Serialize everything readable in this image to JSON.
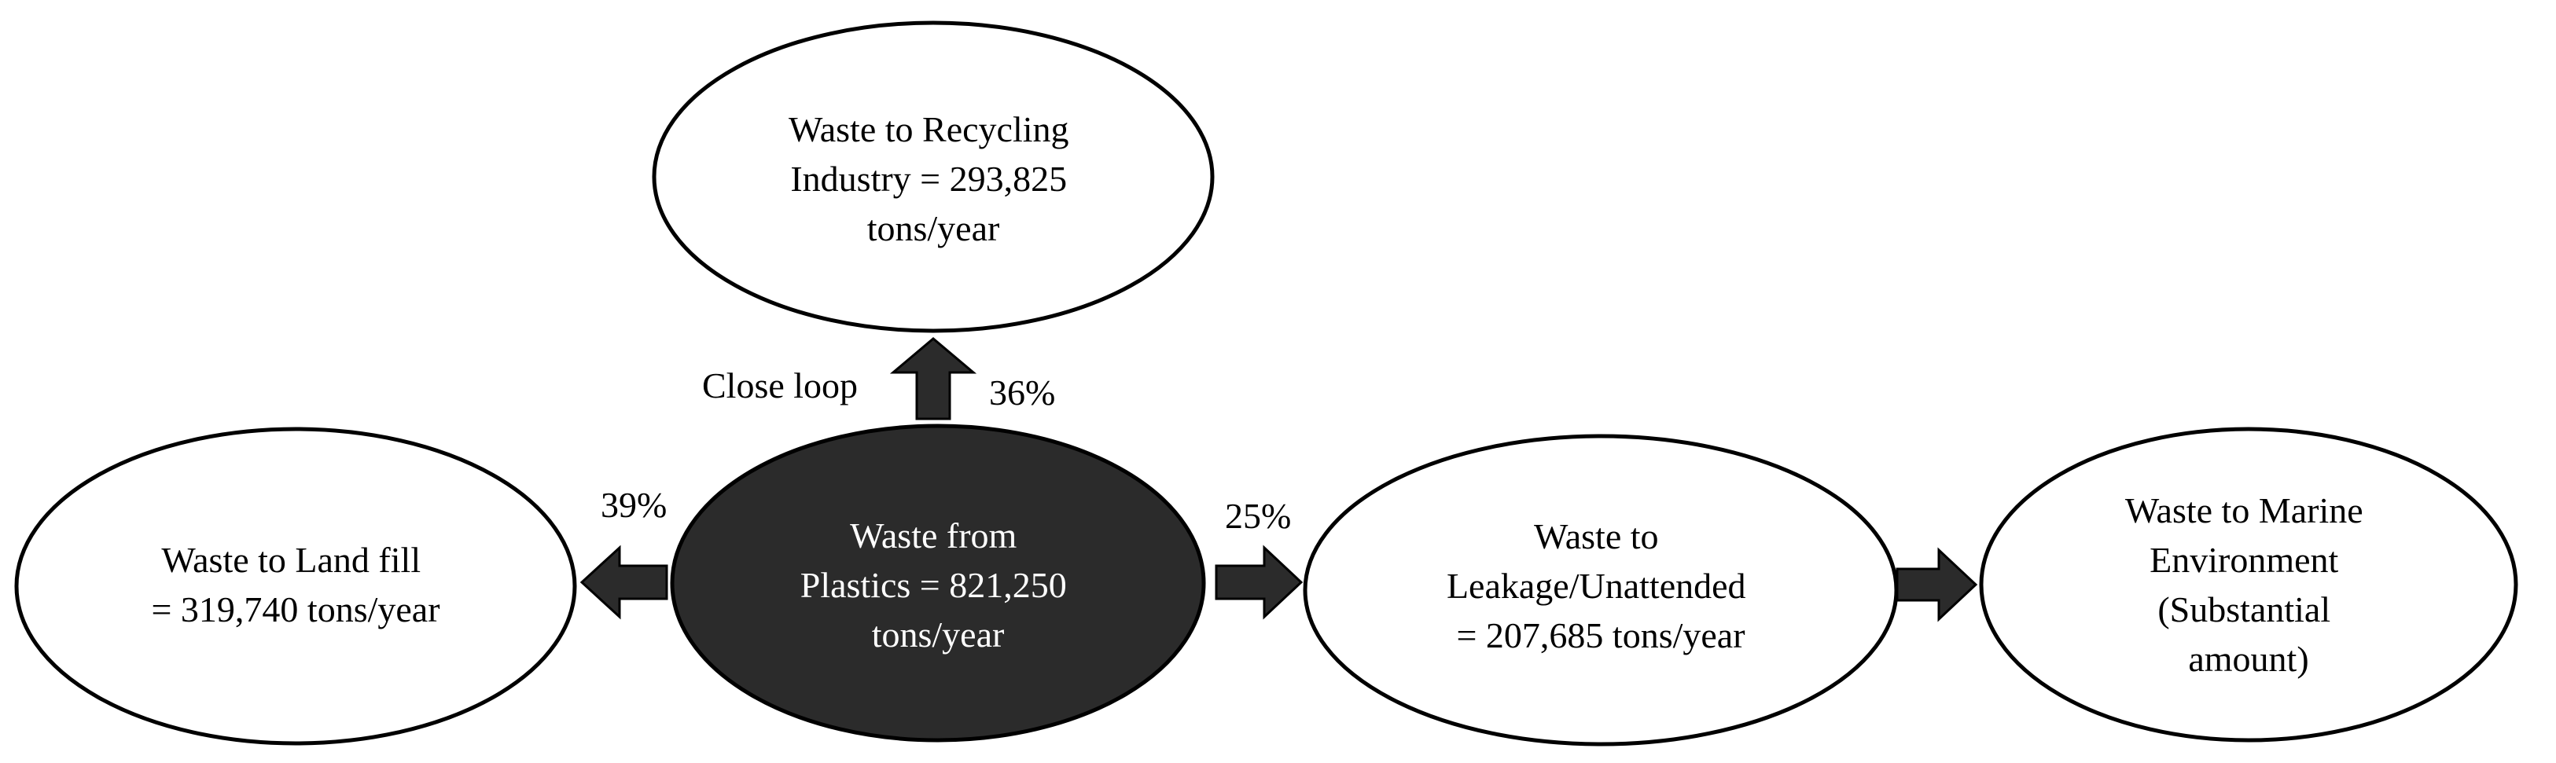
{
  "nodes": {
    "recycling": {
      "lines": [
        "Waste to Recycling",
        "Industry = 293,825",
        "tons/year"
      ]
    },
    "plastics": {
      "lines": [
        "Waste from",
        "Plastics = 821,250",
        "tons/year"
      ]
    },
    "landfill": {
      "lines": [
        "Waste to Land fill",
        "= 319,740 tons/year"
      ]
    },
    "leakage": {
      "lines": [
        "Waste to",
        "Leakage/Unattended",
        "= 207,685 tons/year"
      ]
    },
    "marine": {
      "lines": [
        "Waste to Marine",
        "Environment",
        "(Substantial",
        "amount)"
      ]
    }
  },
  "edges": {
    "to_recycling": {
      "label": "Close loop",
      "percent": "36%"
    },
    "to_landfill": {
      "percent": "39%"
    },
    "to_leakage": {
      "percent": "25%"
    },
    "to_marine": {}
  },
  "colors": {
    "dark_node": "#2b2b2b",
    "light_node": "#ffffff",
    "stroke": "#000000",
    "dark_text": "#ffffff",
    "light_text": "#000000"
  }
}
